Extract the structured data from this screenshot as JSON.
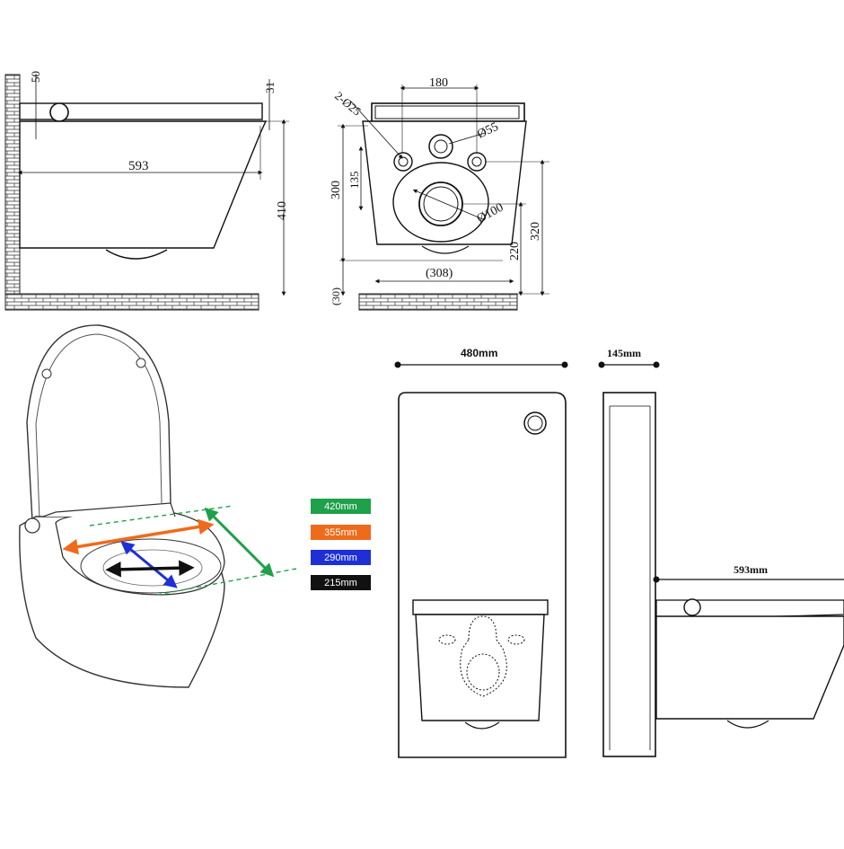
{
  "side_view": {
    "dim_depth": "593",
    "dim_seat_top": "50",
    "dim_lid_thickness": "31",
    "dim_height": "410"
  },
  "front_view": {
    "dim_top_width": "180",
    "dim_bolt_holes": "2-Ø25",
    "dim_pipe": "Ø55",
    "dim_outlet": "Ø100",
    "dim_300": "300",
    "dim_135": "135",
    "dim_320": "320",
    "dim_220": "220",
    "dim_308": "(308)",
    "dim_30": "(30)"
  },
  "legend": [
    {
      "label": "420mm",
      "color": "#1fa04a"
    },
    {
      "label": "355mm",
      "color": "#ef6b1c"
    },
    {
      "label": "290mm",
      "color": "#1f2fd6"
    },
    {
      "label": "215mm",
      "color": "#111111"
    }
  ],
  "cistern_front": {
    "width_label": "480mm"
  },
  "cistern_side": {
    "depth_label": "145mm",
    "toilet_depth_label": "593mm"
  },
  "colors": {
    "green": "#1fa04a",
    "orange": "#ef6b1c",
    "blue": "#1f2fd6",
    "black": "#111111"
  }
}
